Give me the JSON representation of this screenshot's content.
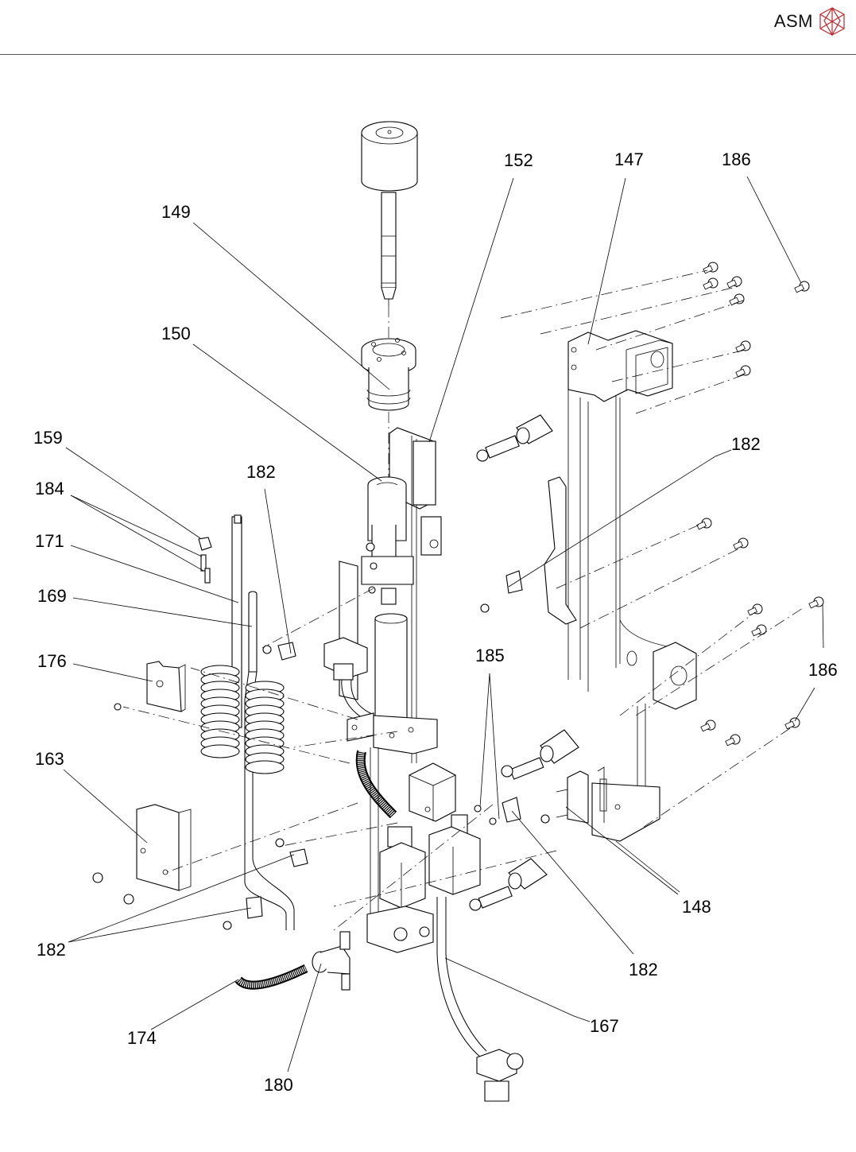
{
  "header": {
    "brand": "ASM",
    "logo_color": "#c0282d"
  },
  "drawing": {
    "type": "exploded-parts-diagram",
    "callouts": [
      {
        "id": "c147",
        "label": "147"
      },
      {
        "id": "c148",
        "label": "148"
      },
      {
        "id": "c149",
        "label": "149"
      },
      {
        "id": "c150",
        "label": "150"
      },
      {
        "id": "c152",
        "label": "152"
      },
      {
        "id": "c159",
        "label": "159"
      },
      {
        "id": "c163",
        "label": "163"
      },
      {
        "id": "c167",
        "label": "167"
      },
      {
        "id": "c169",
        "label": "169"
      },
      {
        "id": "c171",
        "label": "171"
      },
      {
        "id": "c174",
        "label": "174"
      },
      {
        "id": "c176",
        "label": "176"
      },
      {
        "id": "c180",
        "label": "180"
      },
      {
        "id": "c182a",
        "label": "182"
      },
      {
        "id": "c182b",
        "label": "182"
      },
      {
        "id": "c182c",
        "label": "182"
      },
      {
        "id": "c182d",
        "label": "182"
      },
      {
        "id": "c184",
        "label": "184"
      },
      {
        "id": "c185",
        "label": "185"
      },
      {
        "id": "c186a",
        "label": "186"
      },
      {
        "id": "c186b",
        "label": "186"
      }
    ]
  }
}
